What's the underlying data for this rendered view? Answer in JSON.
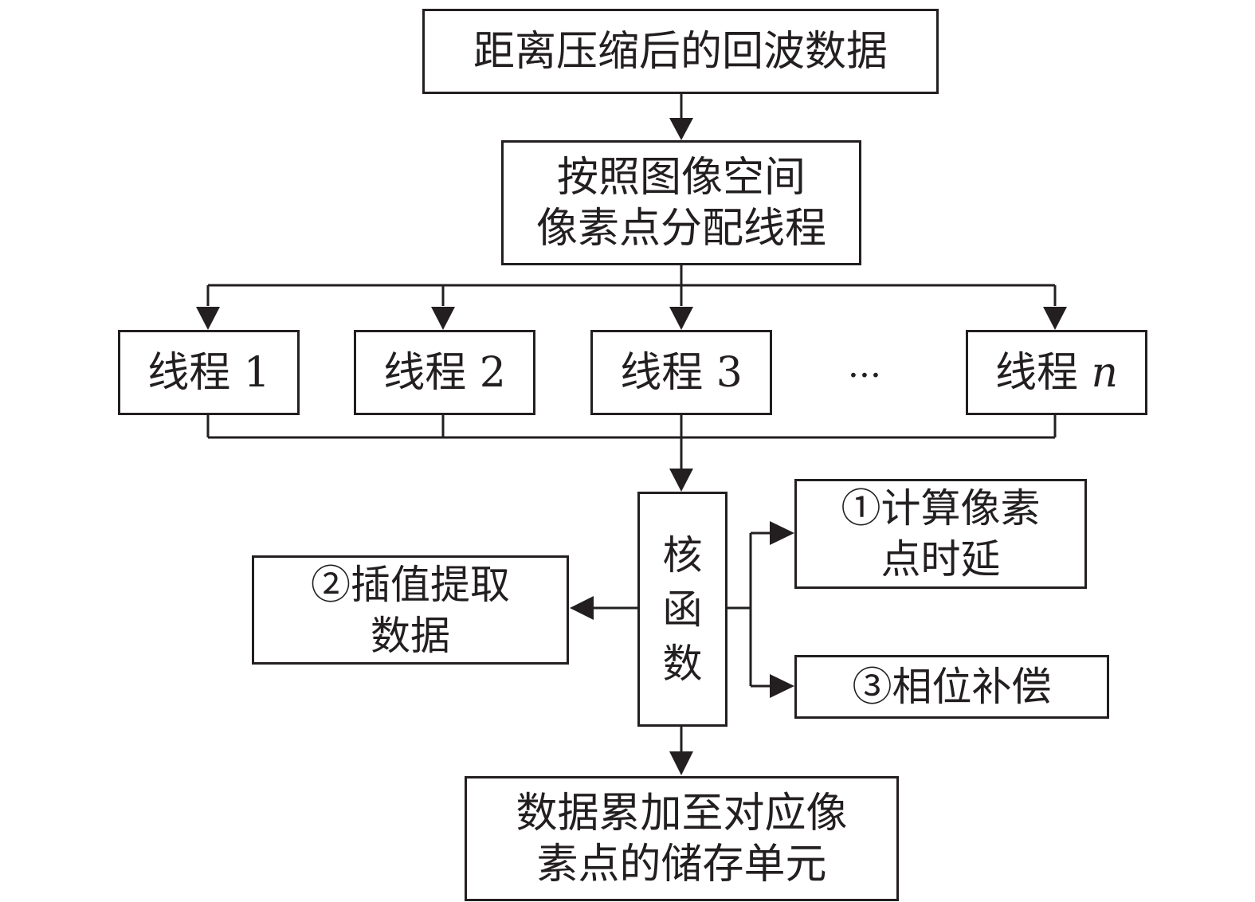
{
  "nodes": {
    "echo_data": "距离压缩后的回波数据",
    "allocate": [
      "按照图像空间",
      "像素点分配线程"
    ],
    "threads": [
      "线程 1",
      "线程 2",
      "线程 3"
    ],
    "thread_n_prefix": "线程 ",
    "thread_n_var": "n",
    "ellipsis": "···",
    "kernel": [
      "核",
      "函",
      "数"
    ],
    "step1": [
      "①计算像素",
      "点时延"
    ],
    "step2": [
      "②插值提取",
      "数据"
    ],
    "step3": "③相位补偿",
    "accumulate": [
      "数据累加至对应像",
      "素点的储存单元"
    ]
  },
  "colors": {
    "stroke": "#231f20",
    "background": "#ffffff"
  }
}
